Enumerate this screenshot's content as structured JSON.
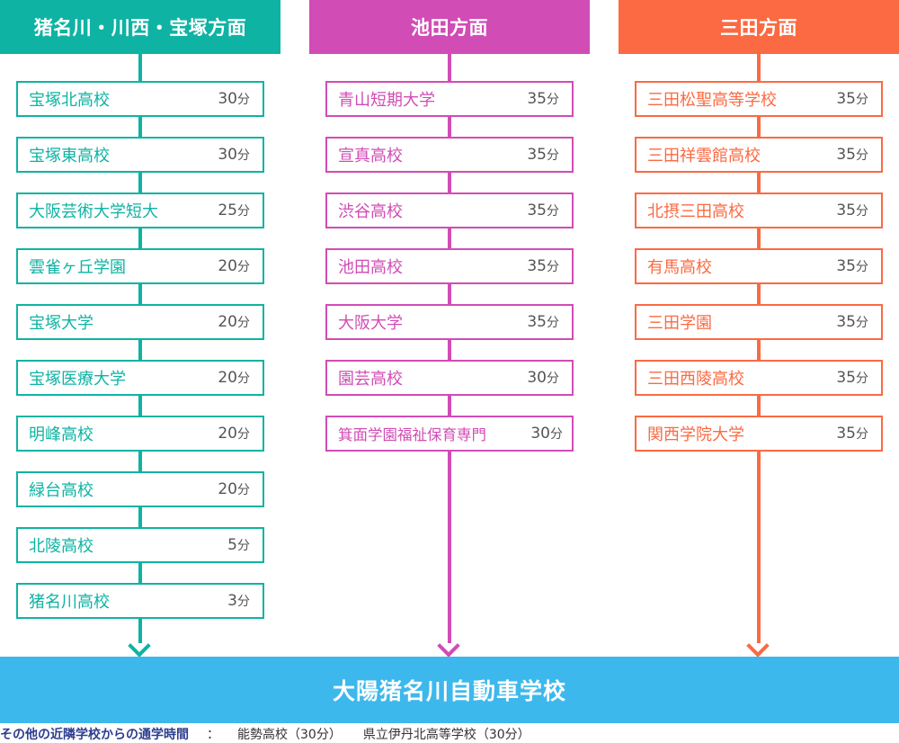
{
  "colors": {
    "teal": "#0fb3a3",
    "magenta": "#d14cb5",
    "orange": "#fb6a42",
    "destination": "#3db8ec",
    "footer_label": "#2d3e8f"
  },
  "columns": [
    {
      "title": "猪名川・川西・宝塚方面",
      "items": [
        {
          "name": "宝塚北高校",
          "minutes": "30",
          "unit": "分"
        },
        {
          "name": "宝塚東高校",
          "minutes": "30",
          "unit": "分"
        },
        {
          "name": "大阪芸術大学短大",
          "minutes": "25",
          "unit": "分"
        },
        {
          "name": "雲雀ヶ丘学園",
          "minutes": "20",
          "unit": "分"
        },
        {
          "name": "宝塚大学",
          "minutes": "20",
          "unit": "分"
        },
        {
          "name": "宝塚医療大学",
          "minutes": "20",
          "unit": "分"
        },
        {
          "name": "明峰高校",
          "minutes": "20",
          "unit": "分"
        },
        {
          "name": "緑台高校",
          "minutes": "20",
          "unit": "分"
        },
        {
          "name": "北陵高校",
          "minutes": "5",
          "unit": "分"
        },
        {
          "name": "猪名川高校",
          "minutes": "3",
          "unit": "分"
        }
      ]
    },
    {
      "title": "池田方面",
      "items": [
        {
          "name": "青山短期大学",
          "minutes": "35",
          "unit": "分"
        },
        {
          "name": "宣真高校",
          "minutes": "35",
          "unit": "分"
        },
        {
          "name": "渋谷高校",
          "minutes": "35",
          "unit": "分"
        },
        {
          "name": "池田高校",
          "minutes": "35",
          "unit": "分"
        },
        {
          "name": "大阪大学",
          "minutes": "35",
          "unit": "分"
        },
        {
          "name": "園芸高校",
          "minutes": "30",
          "unit": "分"
        },
        {
          "name": "箕面学園福祉保育専門",
          "minutes": "30",
          "unit": "分"
        }
      ]
    },
    {
      "title": "三田方面",
      "items": [
        {
          "name": "三田松聖高等学校",
          "minutes": "35",
          "unit": "分"
        },
        {
          "name": "三田祥雲館高校",
          "minutes": "35",
          "unit": "分"
        },
        {
          "name": "北摂三田高校",
          "minutes": "35",
          "unit": "分"
        },
        {
          "name": "有馬高校",
          "minutes": "35",
          "unit": "分"
        },
        {
          "name": "三田学園",
          "minutes": "35",
          "unit": "分"
        },
        {
          "name": "三田西陵高校",
          "minutes": "35",
          "unit": "分"
        },
        {
          "name": "関西学院大学",
          "minutes": "35",
          "unit": "分"
        }
      ]
    }
  ],
  "destination": "大陽猪名川自動車学校",
  "footer": {
    "label": "その他の近隣学校からの通学時間",
    "separator": "：",
    "items": [
      "能勢高校（30分）",
      "県立伊丹北高等学校（30分）"
    ]
  }
}
